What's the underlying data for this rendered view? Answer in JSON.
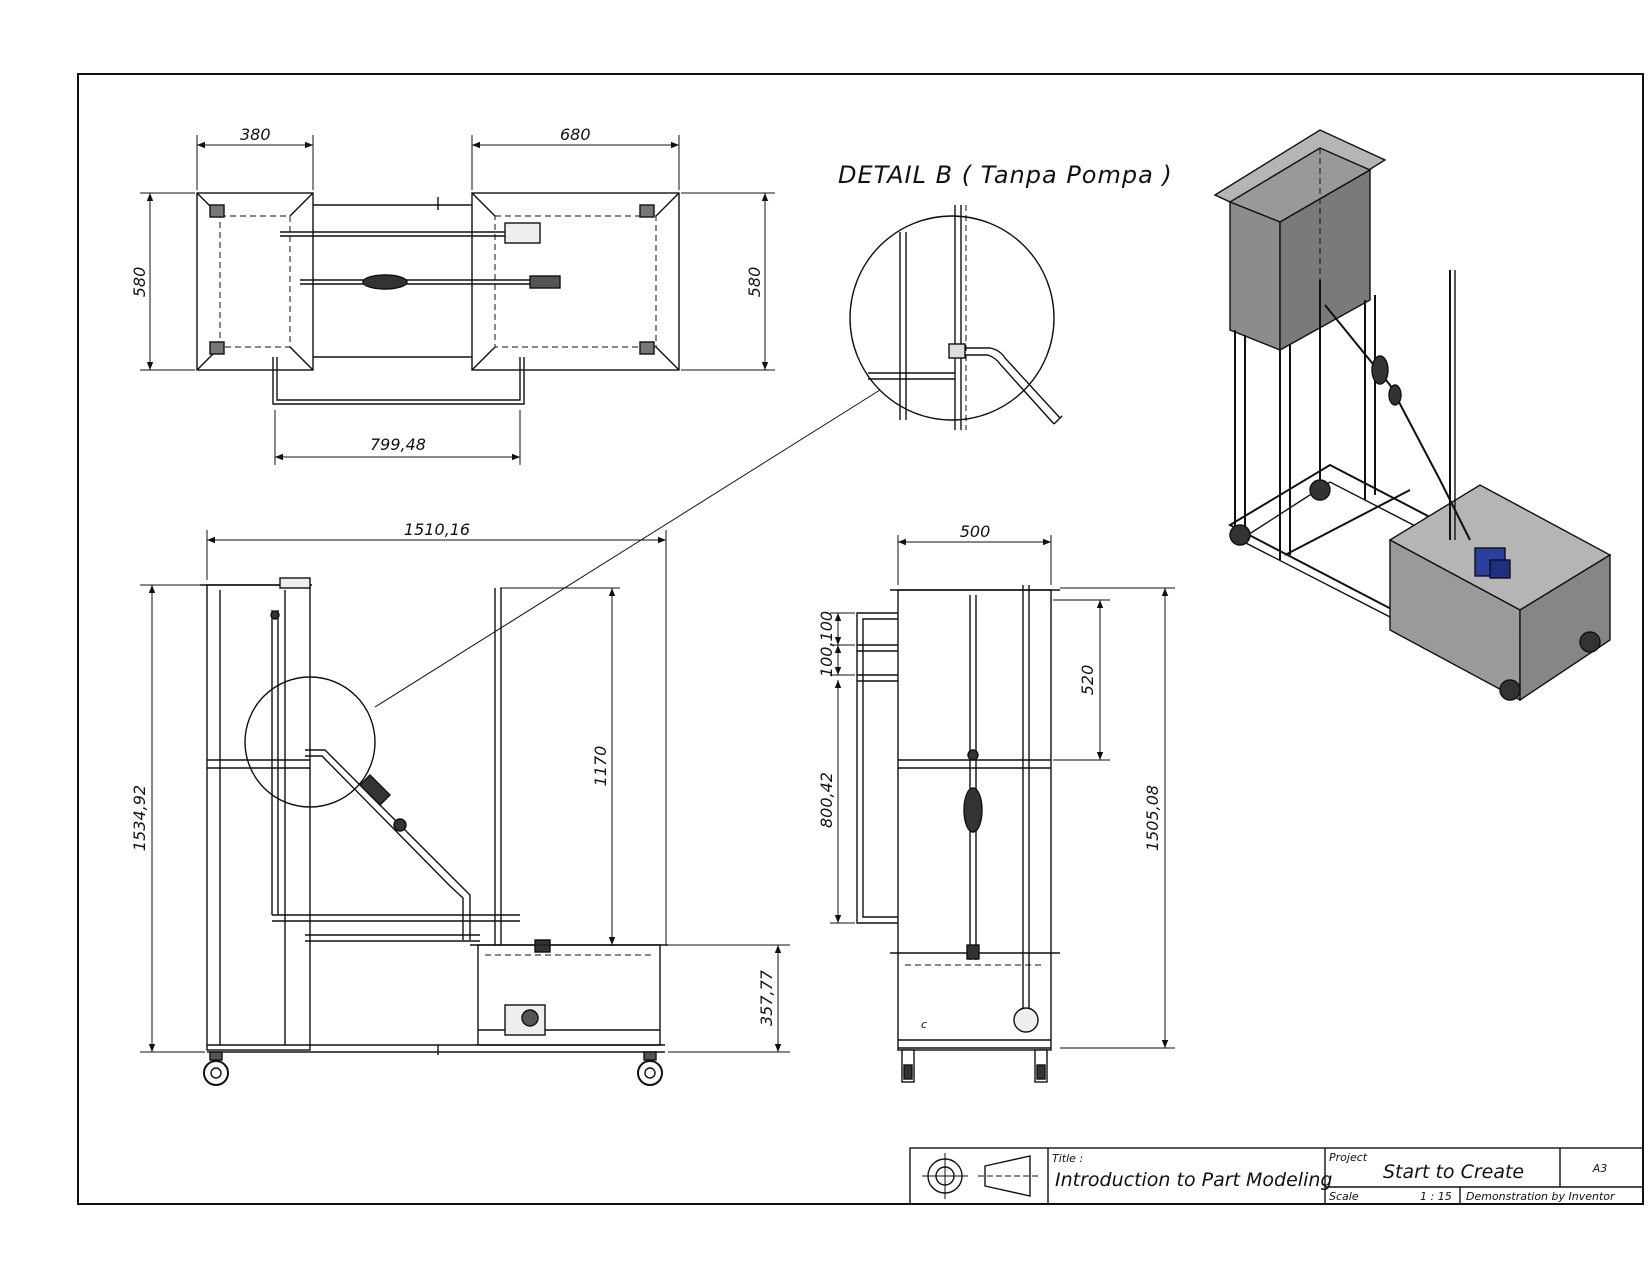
{
  "detail_title": "DETAIL B ( Tanpa Pompa )",
  "dimensions": {
    "top_left_width": "380",
    "top_right_width": "680",
    "top_left_height": "580",
    "top_right_height": "580",
    "top_bottom_span": "799,48",
    "front_width": "1510,16",
    "front_height": "1534,92",
    "front_pipe": "1170",
    "front_lower_box": "357,77",
    "side_width": "500",
    "side_upper": "520",
    "side_total": "1505,08",
    "side_spacing": "100,100",
    "side_lower": "800,42"
  },
  "title_block": {
    "title_label": "Title :",
    "title_value": "Introduction to Part Modeling",
    "project_label": "Project",
    "project_value": "Start to Create",
    "sheet_size": "A3",
    "scale_label": "Scale",
    "scale_value": "1 : 15",
    "credit": "Demonstration by Inventor"
  },
  "colors": {
    "line": "#111111",
    "tank_fill": "#8c8c8c",
    "pump_blue": "#2b3f9e"
  }
}
